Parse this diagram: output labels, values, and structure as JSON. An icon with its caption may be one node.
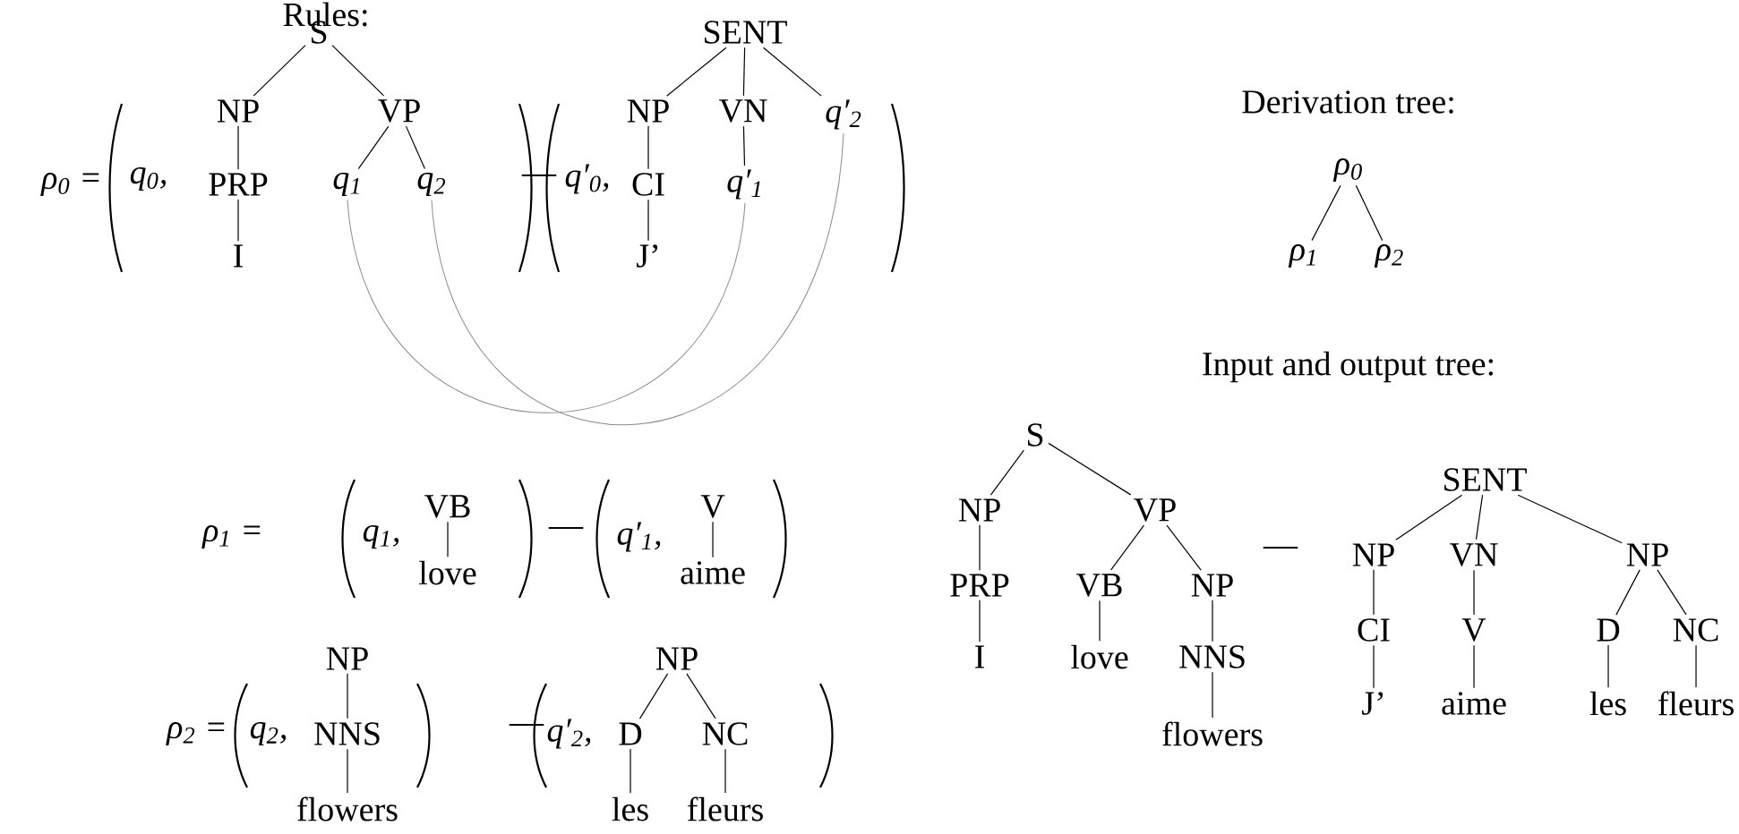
{
  "diagram": {
    "nodes": [
      {
        "text": [
          "S"
        ]
      },
      {
        "text": [
          "NP"
        ]
      },
      {
        "text": [
          "VP"
        ]
      },
      {
        "text": [
          "PRP"
        ]
      },
      {
        "text": [
          "I"
        ]
      },
      {
        "text": [
          "q$_{1}$"
        ]
      },
      {
        "text": [
          "q$_{2}$"
        ]
      },
      {
        "text": [
          "SENT"
        ]
      },
      {
        "text": [
          "NP"
        ]
      },
      {
        "text": [
          "VN"
        ]
      },
      {
        "text": [
          "q′$_{2}$"
        ]
      },
      {
        "text": [
          "CI"
        ]
      },
      {
        "text": [
          "q′$_{1}$"
        ]
      },
      {
        "text": [
          "J’"
        ]
      },
      {
        "text": [
          "VB"
        ]
      },
      {
        "text": [
          "love"
        ]
      },
      {
        "text": [
          "V"
        ]
      },
      {
        "text": [
          "aime"
        ]
      },
      {
        "text": [
          "NP"
        ]
      },
      {
        "text": [
          "NNS"
        ]
      },
      {
        "text": [
          "flowers"
        ]
      },
      {
        "text": [
          "NP"
        ]
      },
      {
        "text": [
          "D"
        ]
      },
      {
        "text": [
          "les"
        ]
      },
      {
        "text": [
          "NC"
        ]
      },
      {
        "text": [
          "fleurs"
        ]
      },
      {
        "text": [
          "ρ$_{0}$"
        ]
      },
      {
        "text": [
          "ρ$_{1}$"
        ]
      },
      {
        "text": [
          "ρ$_{2}$"
        ]
      },
      {
        "text": [
          "S"
        ]
      },
      {
        "text": [
          "NP"
        ]
      },
      {
        "text": [
          "VP"
        ]
      },
      {
        "text": [
          "PRP"
        ]
      },
      {
        "text": [
          "I"
        ]
      },
      {
        "text": [
          "VB"
        ]
      },
      {
        "text": [
          "love"
        ]
      },
      {
        "text": [
          "NP"
        ]
      },
      {
        "text": [
          "NNS"
        ]
      },
      {
        "text": [
          "flowers"
        ]
      },
      {
        "text": [
          "SENT"
        ]
      },
      {
        "text": [
          "NP"
        ]
      },
      {
        "text": [
          "VN"
        ]
      },
      {
        "text": [
          "NP"
        ]
      },
      {
        "text": [
          "CI"
        ]
      },
      {
        "text": [
          "J’"
        ]
      },
      {
        "text": [
          "V"
        ]
      },
      {
        "text": [
          "aime"
        ]
      },
      {
        "text": [
          "D"
        ]
      },
      {
        "text": [
          "les"
        ]
      },
      {
        "text": [
          "NC"
        ]
      },
      {
        "text": [
          "fleurs"
        ]
      }
    ],
    "edges": [
      {
        "from": 0,
        "to": 1,
        "arrow": "none"
      },
      {
        "from": 0,
        "to": 2,
        "arrow": "none"
      },
      {
        "from": 1,
        "to": 3,
        "arrow": "none"
      },
      {
        "from": 3,
        "to": 4,
        "arrow": "none"
      },
      {
        "from": 2,
        "to": 5,
        "arrow": "none"
      },
      {
        "from": 2,
        "to": 6,
        "arrow": "none"
      },
      {
        "from": 7,
        "to": 8,
        "arrow": "none"
      },
      {
        "from": 7,
        "to": 9,
        "arrow": "none"
      },
      {
        "from": 7,
        "to": 10,
        "arrow": "none"
      },
      {
        "from": 8,
        "to": 11,
        "arrow": "none"
      },
      {
        "from": 11,
        "to": 13,
        "arrow": "none"
      },
      {
        "from": 9,
        "to": 12,
        "arrow": "none"
      },
      {
        "from": 5,
        "to": 12,
        "arrow": "none",
        "color": "#8c8c8c"
      },
      {
        "from": 6,
        "to": 10,
        "arrow": "none",
        "color": "#8c8c8c"
      },
      {
        "from": 14,
        "to": 15,
        "arrow": "none"
      },
      {
        "from": 16,
        "to": 17,
        "arrow": "none"
      },
      {
        "from": 18,
        "to": 19,
        "arrow": "none"
      },
      {
        "from": 19,
        "to": 20,
        "arrow": "none"
      },
      {
        "from": 21,
        "to": 22,
        "arrow": "none"
      },
      {
        "from": 21,
        "to": 24,
        "arrow": "none"
      },
      {
        "from": 22,
        "to": 23,
        "arrow": "none"
      },
      {
        "from": 24,
        "to": 25,
        "arrow": "none"
      },
      {
        "from": 26,
        "to": 27,
        "arrow": "none"
      },
      {
        "from": 26,
        "to": 28,
        "arrow": "none"
      },
      {
        "from": 29,
        "to": 30,
        "arrow": "none"
      },
      {
        "from": 29,
        "to": 31,
        "arrow": "none"
      },
      {
        "from": 30,
        "to": 32,
        "arrow": "none"
      },
      {
        "from": 32,
        "to": 33,
        "arrow": "none"
      },
      {
        "from": 31,
        "to": 34,
        "arrow": "none"
      },
      {
        "from": 31,
        "to": 36,
        "arrow": "none"
      },
      {
        "from": 34,
        "to": 35,
        "arrow": "none"
      },
      {
        "from": 36,
        "to": 37,
        "arrow": "none"
      },
      {
        "from": 37,
        "to": 38,
        "arrow": "none"
      },
      {
        "from": 39,
        "to": 40,
        "arrow": "none"
      },
      {
        "from": 39,
        "to": 41,
        "arrow": "none"
      },
      {
        "from": 39,
        "to": 42,
        "arrow": "none"
      },
      {
        "from": 40,
        "to": 43,
        "arrow": "none"
      },
      {
        "from": 43,
        "to": 44,
        "arrow": "none"
      },
      {
        "from": 41,
        "to": 45,
        "arrow": "none"
      },
      {
        "from": 45,
        "to": 46,
        "arrow": "none"
      },
      {
        "from": 42,
        "to": 47,
        "arrow": "none"
      },
      {
        "from": 42,
        "to": 49,
        "arrow": "none"
      },
      {
        "from": 47,
        "to": 48,
        "arrow": "none"
      },
      {
        "from": 49,
        "to": 50,
        "arrow": "none"
      }
    ],
    "labels": [
      "Rules:",
      "ρ$_{0}$ =",
      "q$_{0}$,",
      "—",
      "q′$_{0}$,",
      "Derivation tree:",
      "Input and output tree:",
      "ρ$_{1}$ =",
      "q$_{1}$,",
      "—",
      "q′$_{1}$,",
      "ρ$_{2}$ =",
      "q$_{2}$,",
      "—",
      "q′$_{2}$,",
      "—"
    ]
  }
}
